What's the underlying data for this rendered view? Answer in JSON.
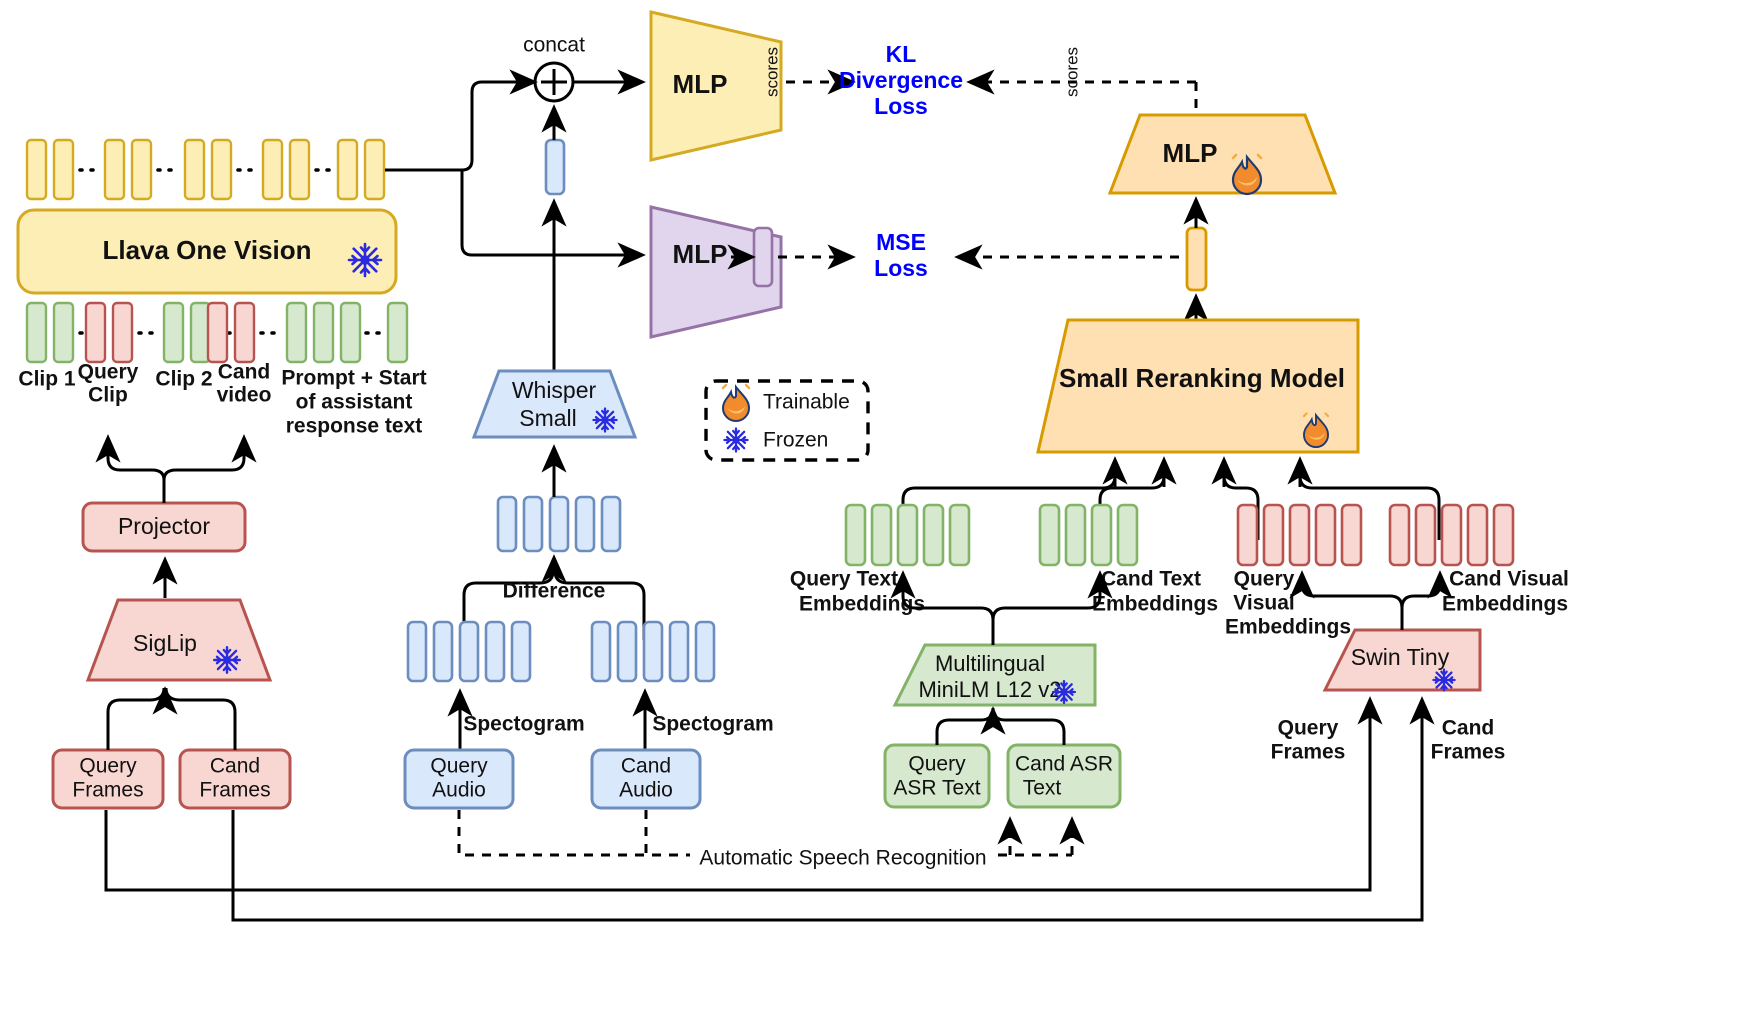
{
  "diagram": {
    "title": "Multimodal video reranking architecture",
    "colors": {
      "yellow_fill": "#fdeeb5",
      "yellow_stroke": "#d4aa22",
      "pink_fill": "#f8d7d2",
      "pink_stroke": "#b85450",
      "green_fill": "#d6e8ce",
      "green_stroke": "#82b366",
      "blue_fill": "#dae8fc",
      "blue_stroke": "#6c8ebf",
      "purple_fill": "#e1d5ed",
      "purple_stroke": "#9673a6",
      "orange_fill": "#ffe0b2",
      "orange_stroke": "#d79b00",
      "loss_text": "#0000ff",
      "line": "#000000"
    },
    "nodes": {
      "llava": "Llava One Vision",
      "mlp_top": "MLP",
      "mlp_mid": "MLP",
      "mlp_rerank": "MLP",
      "whisper": "Whisper\nSmall",
      "whisper_l1": "Whisper",
      "whisper_l2": "Small",
      "projector": "Projector",
      "siglip": "SigLip",
      "query_frames": "Query\nFrames",
      "query_frames_l1": "Query",
      "query_frames_l2": "Frames",
      "cand_frames": "Cand\nFrames",
      "cand_frames_l1": "Cand",
      "cand_frames_l2": "Frames",
      "query_audio_l1": "Query",
      "query_audio_l2": "Audio",
      "cand_audio_l1": "Cand",
      "cand_audio_l2": "Audio",
      "minilm_l1": "Multilingual",
      "minilm_l2": "MiniLM L12 v2",
      "query_asr_l1": "Query",
      "query_asr_l2": "ASR Text",
      "cand_asr_l1": "Cand ASR",
      "cand_asr_l2": "Text",
      "swin": "Swin Tiny",
      "reranker": "Small Reranking Model"
    },
    "labels": {
      "concat": "concat",
      "scores_left": "scores",
      "scores_right": "scores",
      "kl_loss_l1": "KL",
      "kl_loss_l2": "Divergence",
      "kl_loss_l3": "Loss",
      "mse_loss_l1": "MSE",
      "mse_loss_l2": "Loss",
      "clip1": "Clip 1",
      "query_clip_l1": "Query",
      "query_clip_l2": "Clip",
      "clip2": "Clip 2",
      "cand_video_l1": "Cand",
      "cand_video_l2": "video",
      "prompt_l1": "Prompt + Start",
      "prompt_l2": "of assistant",
      "prompt_l3": "response text",
      "difference": "Difference",
      "spectogram_left": "Spectogram",
      "spectogram_right": "Spectogram",
      "asr": "Automatic Speech Recognition",
      "query_text_emb_l1": "Query Text",
      "query_text_emb_l2": "Embeddings",
      "cand_text_emb_l1": "Cand Text",
      "cand_text_emb_l2": "Embeddings",
      "query_visual_emb_l1": "Query",
      "query_visual_emb_l2": "Visual",
      "query_visual_emb_l3": "Embeddings",
      "cand_visual_emb_l1": "Cand Visual",
      "cand_visual_emb_l2": "Embeddings",
      "query_frames_right_l1": "Query",
      "query_frames_right_l2": "Frames",
      "cand_frames_right_l1": "Cand",
      "cand_frames_right_l2": "Frames"
    },
    "legend": {
      "trainable": "Trainable",
      "frozen": "Frozen",
      "trainable_icon": "fire-icon",
      "frozen_icon": "snowflake-icon"
    },
    "icons": {
      "snowflake": "snowflake-icon",
      "fire": "fire-icon",
      "concat_plus": "circle-plus-icon"
    }
  }
}
